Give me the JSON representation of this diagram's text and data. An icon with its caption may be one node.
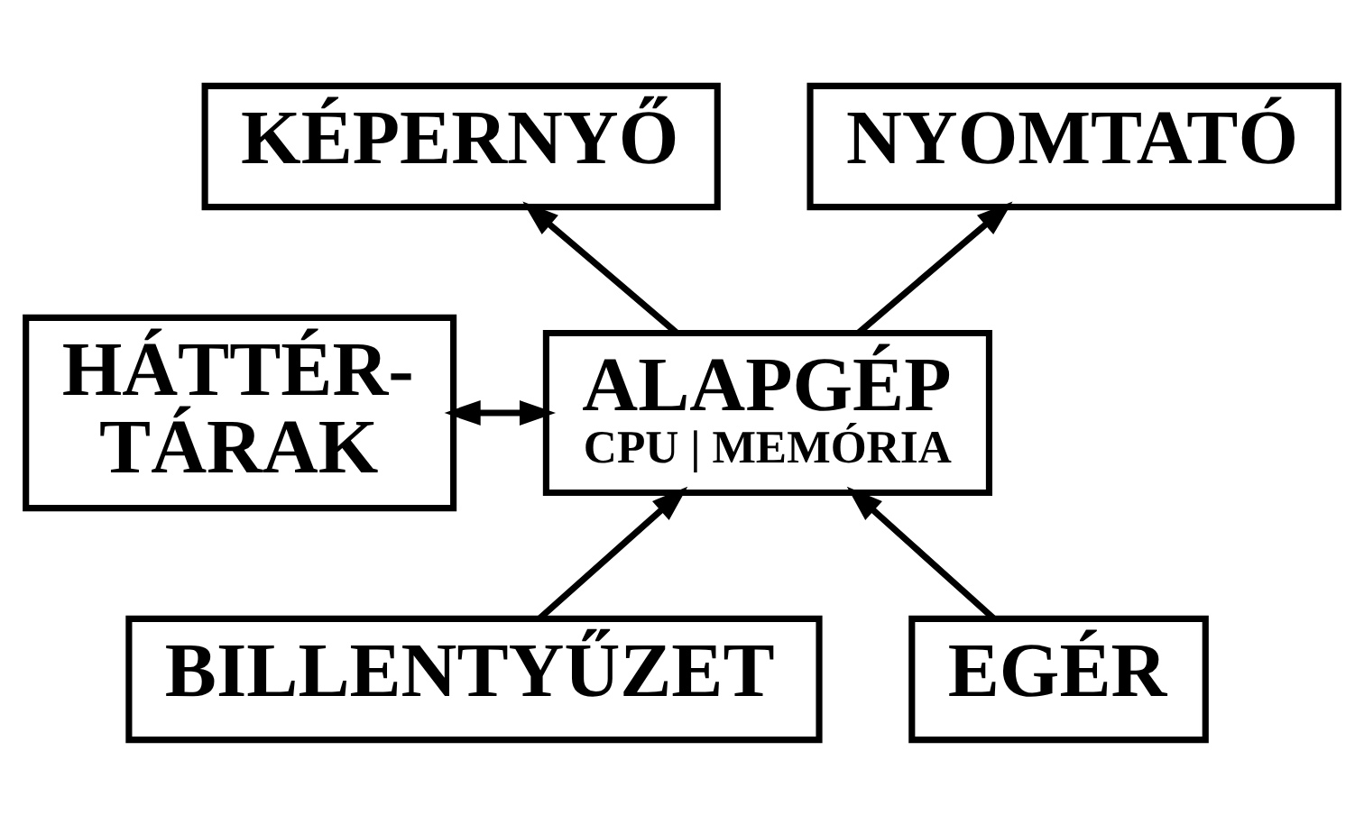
{
  "diagram": {
    "nodes": [
      {
        "text": [
          "KÉPERNYŐ"
        ]
      },
      {
        "text": [
          "NYOMTATÓ"
        ]
      },
      {
        "text": [
          "HÁTTÉR- TÁRAK"
        ]
      },
      {
        "text": [
          "ALAPGÉP",
          "CPU | MEMÓRIA"
        ]
      },
      {
        "text": [
          "BILLENTYŰZET"
        ]
      },
      {
        "text": [
          "EGÉR"
        ]
      }
    ],
    "edges": [
      {
        "from": 3,
        "to": 0,
        "arrow": "to"
      },
      {
        "from": 3,
        "to": 1,
        "arrow": "to"
      },
      {
        "from": 2,
        "to": 3,
        "arrow": "both"
      },
      {
        "from": 4,
        "to": 3,
        "arrow": "to"
      },
      {
        "from": 5,
        "to": 3,
        "arrow": "to"
      }
    ]
  }
}
